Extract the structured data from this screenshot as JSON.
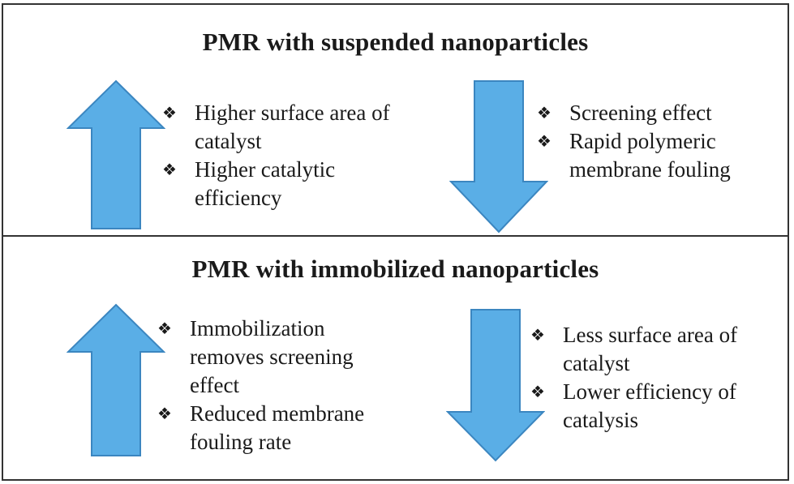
{
  "panels": [
    {
      "title": "PMR with suspended nanoparticles",
      "advantages": [
        "Higher surface area of catalyst",
        "Higher catalytic efficiency"
      ],
      "disadvantages": [
        "Screening effect",
        "Rapid polymeric membrane fouling"
      ]
    },
    {
      "title": "PMR with immobilized nanoparticles",
      "advantages": [
        "Immobilization removes screening effect",
        "Reduced membrane fouling rate"
      ],
      "disadvantages": [
        "Less surface area of catalyst",
        "Lower efficiency of catalysis"
      ]
    }
  ],
  "bullet_icon": "four-diamond-bullet-icon",
  "colors": {
    "arrow_fill": "#5aaee6",
    "arrow_stroke": "#3b86c0",
    "border": "#333333"
  }
}
